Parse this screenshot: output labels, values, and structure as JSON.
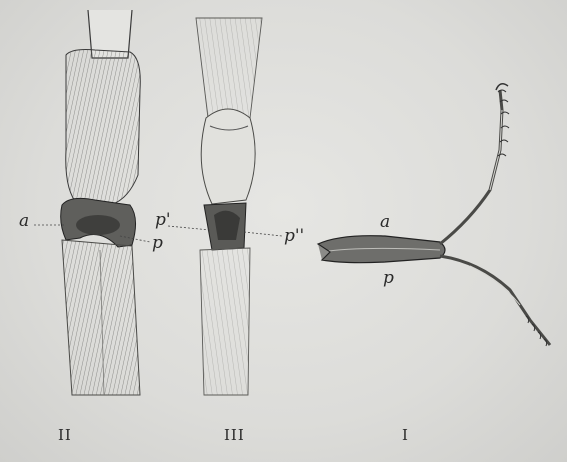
{
  "figures": [
    {
      "id": "II",
      "caption": "II",
      "subject": "leg-segment-joint-a-p"
    },
    {
      "id": "III",
      "caption": "III",
      "subject": "leg-segment-joint-p-prime"
    },
    {
      "id": "I",
      "caption": "I",
      "subject": "articulated-appendage"
    }
  ],
  "labels": {
    "fig2_a": "a",
    "fig2_p": "p",
    "fig3_p1": "p'",
    "fig3_p2": "p''",
    "fig1_a": "a",
    "fig1_p": "p"
  },
  "colors": {
    "paper": "#dcdcd9",
    "ink": "#2a2a2a",
    "shade": "#8a8a86"
  }
}
